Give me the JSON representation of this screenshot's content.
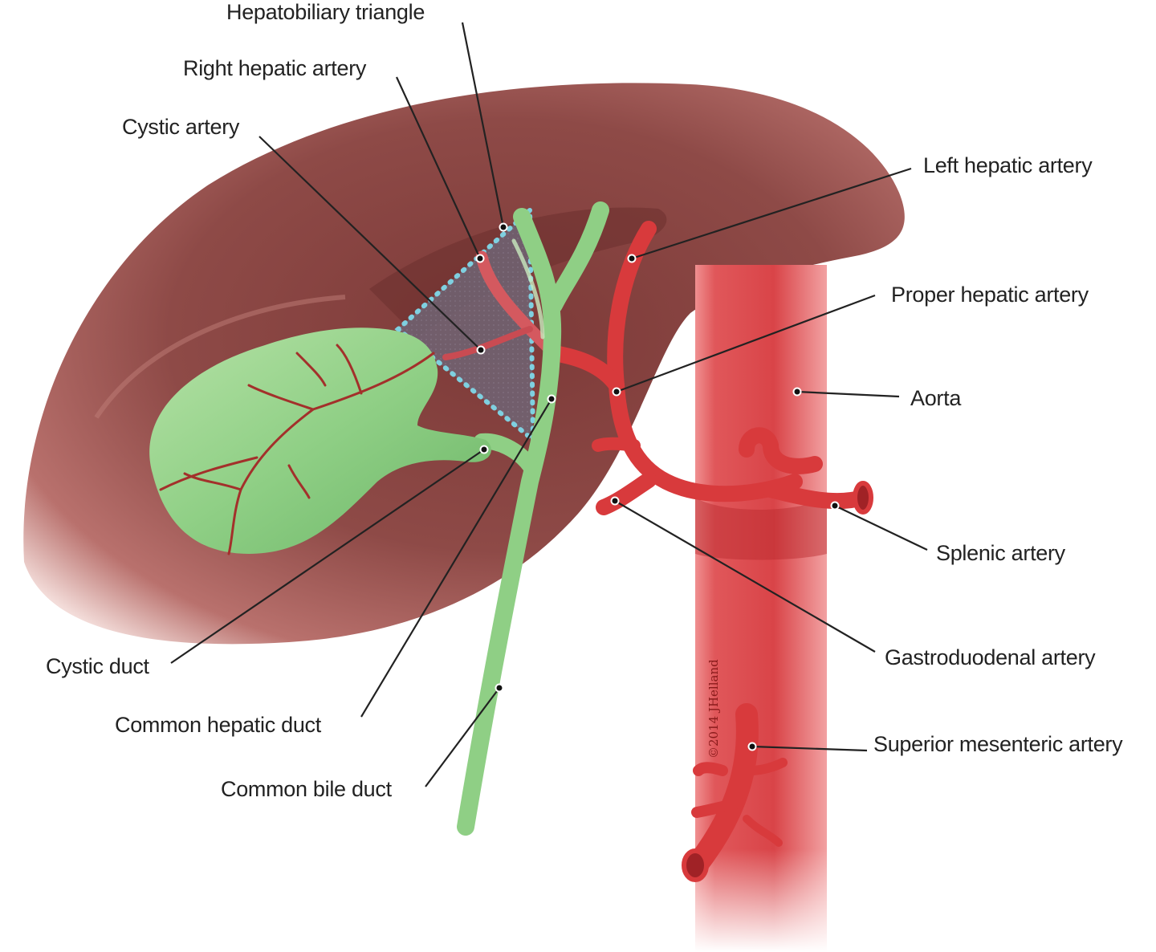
{
  "diagram": {
    "subject": "Hepatobiliary anatomy — gallbladder, bile ducts and hepatic arterial supply",
    "colors": {
      "liver": "#8e4a47",
      "liver_light": "#c98d88",
      "bile_duct": "#8fcf85",
      "artery": "#d83a3c",
      "aorta": "#e0575a",
      "triangle_outline": "#7fd0e0",
      "triangle_fill": "#6d6a80",
      "leader_line": "#222222"
    },
    "labels": {
      "hepatobiliary_triangle": "Hepatobiliary triangle",
      "right_hepatic_artery": "Right hepatic artery",
      "cystic_artery": "Cystic artery",
      "left_hepatic_artery": "Left hepatic artery",
      "proper_hepatic_artery": "Proper hepatic artery",
      "aorta": "Aorta",
      "splenic_artery": "Splenic artery",
      "gastroduodenal_artery": "Gastroduodenal artery",
      "superior_mesenteric_artery": "Superior mesenteric artery",
      "cystic_duct": "Cystic duct",
      "common_hepatic_duct": "Common hepatic duct",
      "common_bile_duct": "Common bile duct"
    },
    "signature": "©2014 JHelland"
  }
}
